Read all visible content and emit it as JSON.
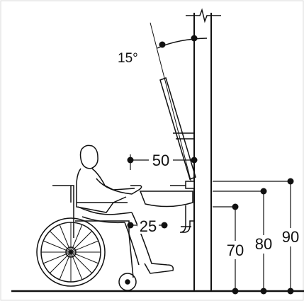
{
  "diagram": {
    "labels": {
      "angle": "15°",
      "reach_horizontal": "50",
      "knee_clearance": "25",
      "height_70": "70",
      "height_80": "80",
      "height_90": "90"
    },
    "colors": {
      "line": "#111111",
      "background": "#ffffff"
    }
  }
}
